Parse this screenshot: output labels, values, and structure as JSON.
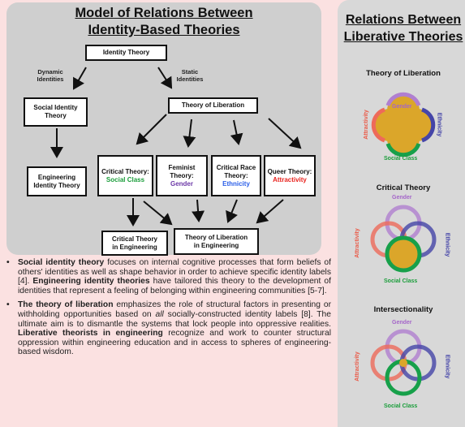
{
  "left_panel": {
    "title_line1": "Model of Relations Between",
    "title_line2": "Identity-Based Theories",
    "identity_theory": "Identity Theory",
    "dynamic_identities": "Dynamic Identities",
    "static_identities": "Static Identities",
    "social_identity_theory": "Social Identity Theory",
    "engineering_identity_theory": "Engineering Identity Theory",
    "theory_of_liberation": "Theory of Liberation",
    "critical_theory": {
      "line1": "Critical Theory:",
      "line2": "Social Class"
    },
    "feminist_theory": {
      "line1": "Feminist Theory:",
      "line2": "Gender"
    },
    "critical_race_theory": {
      "line1": "Critical Race Theory:",
      "line2": "Ethnicity"
    },
    "queer_theory": {
      "line1": "Queer Theory:",
      "line2": "Attractivity"
    },
    "critical_theory_engineering": "Critical Theory in Engineering",
    "liberation_engineering": "Theory of Liberation in Engineering"
  },
  "bullets": [
    {
      "b1": "Social identity theory",
      "t1": " focuses on internal cognitive processes that form beliefs of others' identities as well as shape behavior in order to achieve specific identity labels [4]. ",
      "b2": "Engineering identity theories",
      "t2": " have tailored this theory to the development of identities that represent a feeling of belonging within engineering communities [5-7]."
    },
    {
      "b1": "The theory of liberation",
      "t1": " emphasizes the role of structural factors in presenting or withholding opportunities based on ",
      "i1": "all",
      "t1b": " socially-constructed identity labels [8]. The ultimate aim is to dismantle the systems that lock people into oppressive realities. ",
      "b2": "Liberative theorists in engineering",
      "t2": " recognize and work to counter structural oppression within engineering education and in access to spheres of engineering-based wisdom."
    }
  ],
  "right_panel": {
    "title_line1": "Relations Between",
    "title_line2": "Liberative Theories",
    "venns": [
      {
        "title": "Theory of Liberation"
      },
      {
        "title": "Critical Theory"
      },
      {
        "title": "Intersectionality"
      }
    ],
    "labels": {
      "gender": "Gender",
      "social_class": "Social Class",
      "attractivity": "Attractivity",
      "ethnicity": "Ethnicity"
    }
  },
  "colors": {
    "gender": "#b07fd0",
    "social_class": "#17a04a",
    "attractivity": "#ee6a5a",
    "ethnicity": "#4545a8",
    "fill": "#dba62a",
    "panel": "#cfcfcf",
    "background": "#fbe1e1"
  }
}
